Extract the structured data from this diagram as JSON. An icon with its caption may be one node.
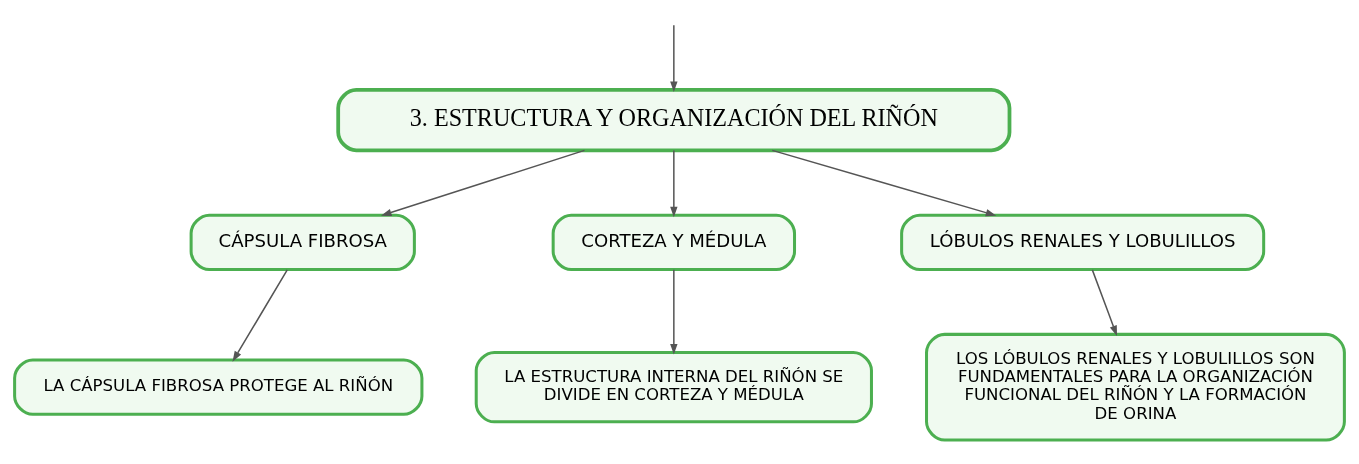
{
  "diagram": {
    "nodes": [
      {
        "text": [
          "3. ESTRUCTURA Y ORGANIZACIÓN DEL RIÑÓN"
        ]
      },
      {
        "text": [
          "CÁPSULA FIBROSA"
        ]
      },
      {
        "text": [
          "CORTEZA Y MÉDULA"
        ]
      },
      {
        "text": [
          "LÓBULOS RENALES Y LOBULILLOS"
        ]
      },
      {
        "text": [
          "LA CÁPSULA FIBROSA PROTEGE AL RIÑÓN"
        ]
      },
      {
        "text": [
          "LA ESTRUCTURA INTERNA DEL RIÑÓN SE DIVIDE EN CORTEZA Y MÉDULA"
        ]
      },
      {
        "text": [
          "LOS LÓBULOS RENALES Y LOBULILLOS SON FUNDAMENTALES PARA LA ORGANIZACIÓN FUNCIONAL DEL RIÑÓN Y LA FORMACIÓN DE ORINA"
        ]
      }
    ],
    "edges": [
      {
        "from": null,
        "to": 0,
        "arrow": "to"
      },
      {
        "from": 0,
        "to": 1,
        "arrow": "to"
      },
      {
        "from": 0,
        "to": 2,
        "arrow": "to"
      },
      {
        "from": 0,
        "to": 3,
        "arrow": "to"
      },
      {
        "from": 1,
        "to": 4,
        "arrow": "to"
      },
      {
        "from": 2,
        "to": 5,
        "arrow": "to"
      },
      {
        "from": 3,
        "to": 6,
        "arrow": "to"
      }
    ]
  }
}
